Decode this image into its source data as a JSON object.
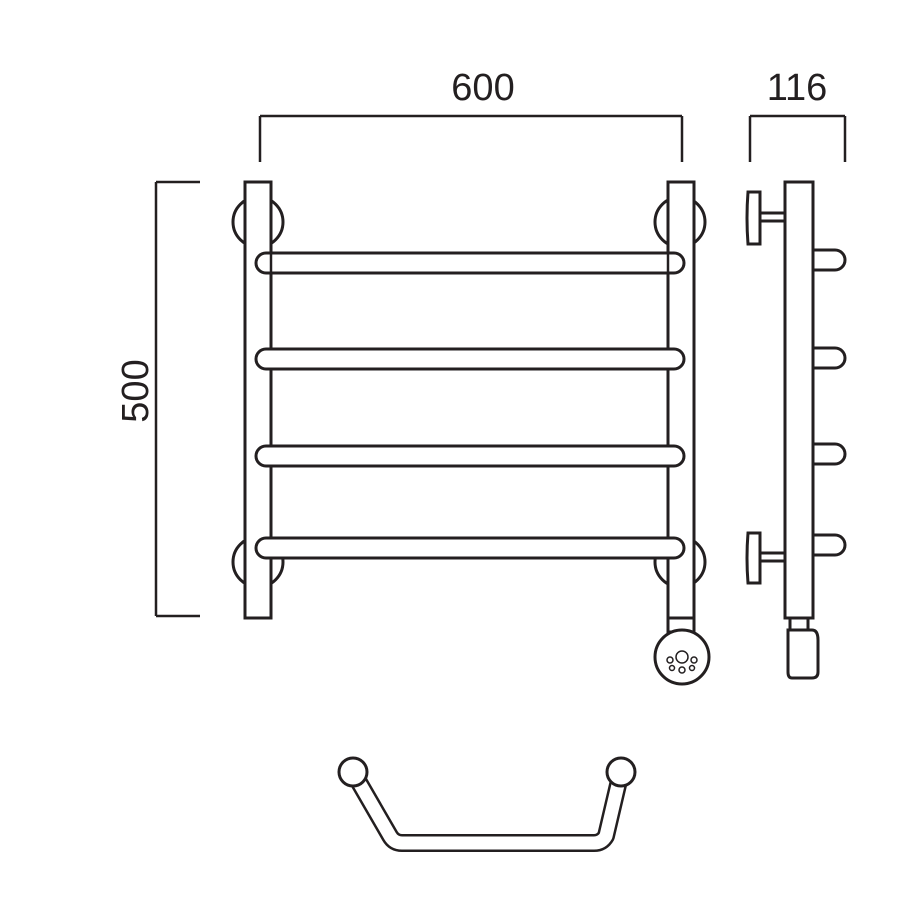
{
  "dimensions": {
    "width_label": "600",
    "height_label": "500",
    "depth_label": "116"
  },
  "rails": {
    "count": 4
  },
  "colors": {
    "stroke": "#231f20",
    "background": "#ffffff"
  }
}
